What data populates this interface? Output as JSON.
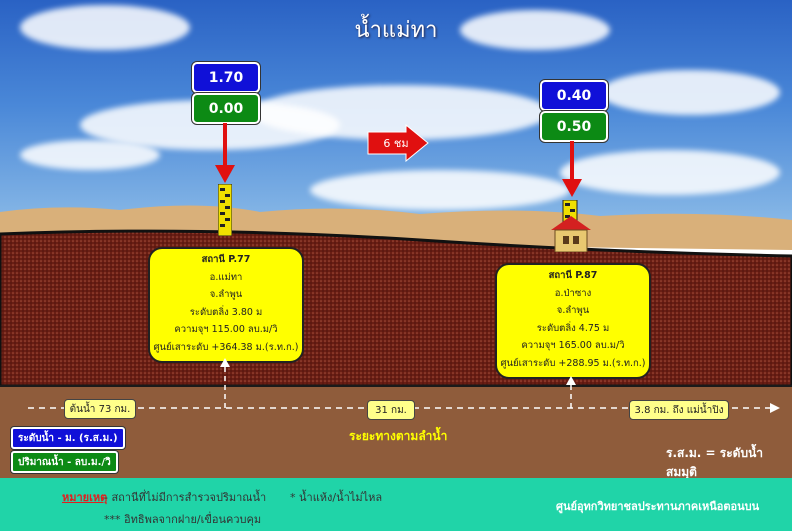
{
  "title": "น้ำแม่ทา",
  "travel_time": "6 ชม",
  "stations": [
    {
      "level": "1.70",
      "flow": "0.00",
      "name": "สถานี P.77",
      "district": "อ.แม่ทา",
      "province": "จ.ลำพูน",
      "bank_level": "ระดับตลิ่ง 3.80 ม",
      "capacity": "ความจุฯ 115.00 ลบ.ม/วิ",
      "datum": "ศูนย์เสาระดับ +364.38 ม.(ร.ท.ก.)"
    },
    {
      "level": "0.40",
      "flow": "0.50",
      "name": "สถานี P.87",
      "district": "อ.ป่าซาง",
      "province": "จ.ลำพูน",
      "bank_level": "ระดับตลิ่ง 4.75 ม",
      "capacity": "ความจุฯ 165.00 ลบ.ม/วิ",
      "datum": "ศูนย์เสาระดับ +288.95 ม.(ร.ท.ก.)"
    }
  ],
  "distances": {
    "source": "ต้นน้ำ 73 กม.",
    "between": "31 กม.",
    "to_confluence": "3.8 กม. ถึง แม่น้ำปิง",
    "axis_label": "ระยะทางตามลำน้ำ"
  },
  "legend": {
    "level": "ระดับน้ำ - ม. (ร.ส.ม.)",
    "flow": "ปริมาณน้ำ - ลบ.ม./วิ",
    "level_color": "#1010d8",
    "flow_color": "#0c8a14",
    "abbreviation": "ร.ส.ม. = ระดับน้ำสมมุติ"
  },
  "footer": {
    "note_label": "หมายเหตุ",
    "note1": "- สถานีที่ไม่มีการสำรวจปริมาณน้ำ",
    "note2": "* น้ำแห้ง/น้ำไม่ไหล",
    "note3": "*** อิทธิพลจากฝาย/เขื่อนควบคุม",
    "agency": "ศูนย์อุทกวิทยาชลประทานภาคเหนือตอนบน"
  }
}
